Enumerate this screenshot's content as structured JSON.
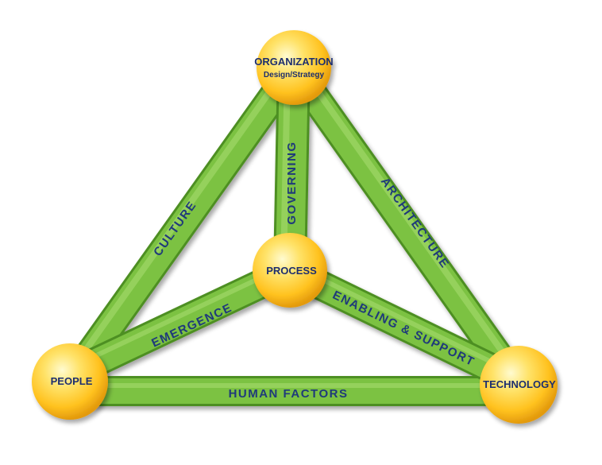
{
  "nodes": {
    "organization": {
      "title": "ORGANIZATION",
      "subtitle": "Design/Strategy"
    },
    "process": {
      "title": "PROCESS"
    },
    "people": {
      "title": "PEOPLE"
    },
    "technology": {
      "title": "TECHNOLOGY"
    }
  },
  "connections": {
    "culture": "CULTURE",
    "governing": "GOVERNING",
    "architecture": "ARCHITECTURE",
    "emergence": "EMERGENCE",
    "enabling_support": "ENABLING & SUPPORT",
    "human_factors": "HUMAN FACTORS"
  },
  "colors": {
    "bar_fill": "#7cc242",
    "bar_edge": "#4e8f23",
    "sphere_highlight": "#fffbd0",
    "sphere_mid": "#ffd23a",
    "sphere_edge": "#e39a0c",
    "label_text": "#1f3a7a"
  }
}
